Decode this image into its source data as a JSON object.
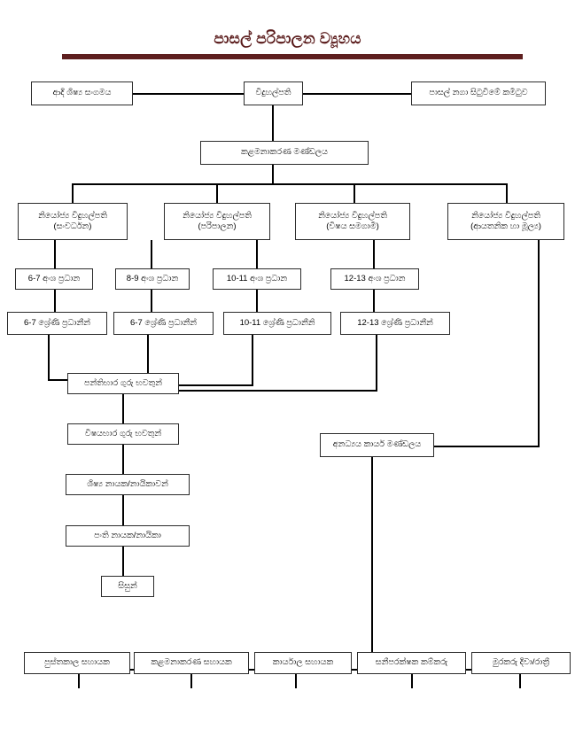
{
  "page": {
    "title": "පාසල් පරිපාලන ව්‍යූහය",
    "title_color": "#5a1b1b",
    "rule_color": "#5e1f1f",
    "background": "#ffffff",
    "box_border_color": "#2b2b2b",
    "connector_color": "#000000"
  },
  "chart_data": {
    "type": "diagram",
    "title": "පාසල් පරිපාලන ව්‍යූහය",
    "orientation": "top-down",
    "levels": [
      {
        "level": 1,
        "nodes": [
          {
            "id": "old-students",
            "label": "ආදි ශිෂ්‍ය සංගමය"
          },
          {
            "id": "principal",
            "label": "විදුහල්පති"
          },
          {
            "id": "school-development-committee",
            "label": "පාසල් නගා සිටුවීමේ කමිටුව"
          }
        ]
      },
      {
        "level": 2,
        "nodes": [
          {
            "id": "management-board",
            "label": "කළමනාකරණ මණ්ඩලය"
          }
        ]
      },
      {
        "level": 3,
        "nodes": [
          {
            "id": "dep-development",
            "label_line1": "නියෝජ්‍ය විදුහල්පති",
            "label_line2": "(සංවර්ධන)"
          },
          {
            "id": "dep-administration",
            "label_line1": "නියෝජ්‍ය විදුහල්පති",
            "label_line2": "(පරිපාලන)"
          },
          {
            "id": "dep-cocurricular",
            "label_line1": "නියෝජ්‍ය විදුහල්පති",
            "label_line2": "(විෂය සමගාමී)"
          },
          {
            "id": "dep-institutional-finance",
            "label_line1": "නියෝජ්‍ය විදුහල්පති",
            "label_line2": "(ආයතනික හා මූල්‍ය)"
          }
        ]
      },
      {
        "level": 4,
        "nodes": [
          {
            "id": "section-head-6-7",
            "label": "6-7 අංශ ප්‍රධාන"
          },
          {
            "id": "section-head-8-9",
            "label": "8-9 අංශ ප්‍රධාන"
          },
          {
            "id": "section-head-10-11",
            "label": "10-11 අංශ ප්‍රධාන"
          },
          {
            "id": "section-head-12-13",
            "label": "12-13 අංශ ප්‍රධාන"
          }
        ]
      },
      {
        "level": 5,
        "nodes": [
          {
            "id": "grade-head-6-7-a",
            "label": "6-7 ශ්‍රේණි ප්‍රධානීන්"
          },
          {
            "id": "grade-head-6-7-b",
            "label": "6-7 ශ්‍රේණි ප්‍රධානීන්"
          },
          {
            "id": "grade-head-10-11",
            "label": "10-11 ශ්‍රේණි ප්‍රධානීනි"
          },
          {
            "id": "grade-head-12-13",
            "label": "12-13 ශ්‍රේණි ප්‍රධානීන්"
          }
        ]
      },
      {
        "level": 6,
        "nodes": [
          {
            "id": "class-teachers",
            "label": "පන්තිභාර ගුරු භවතුන්"
          },
          {
            "id": "non-academic-staff",
            "label": "අනධ්‍යය කාර්ය මණ්ඩලය"
          }
        ]
      },
      {
        "level": 7,
        "nodes": [
          {
            "id": "subject-teachers",
            "label": "විෂයභාර ගුරු භවතුන්"
          }
        ]
      },
      {
        "level": 8,
        "nodes": [
          {
            "id": "student-leaders",
            "label": "ශිෂ්‍ය නායක/නායිකාවන්"
          }
        ]
      },
      {
        "level": 9,
        "nodes": [
          {
            "id": "class-leaders",
            "label": "පංති නායක/නායිකා"
          }
        ]
      },
      {
        "level": 10,
        "nodes": [
          {
            "id": "students",
            "label": "සිසුන්"
          }
        ]
      },
      {
        "level": 11,
        "nodes": [
          {
            "id": "library-assistant",
            "label": "පුස්තකාල සහායක"
          },
          {
            "id": "management-assistant",
            "label": "කළමනාකරණ සහායක"
          },
          {
            "id": "office-assistant",
            "label": "කාර්යාල සහායක"
          },
          {
            "id": "sanitary-worker",
            "label": "සනීපරක්ෂක කම්කරු"
          },
          {
            "id": "security-guard",
            "label": "මුරකරු දිවා/රාත්‍රී"
          }
        ]
      }
    ],
    "edges": [
      {
        "from": "old-students",
        "to": "principal"
      },
      {
        "from": "principal",
        "to": "school-development-committee"
      },
      {
        "from": "principal",
        "to": "management-board"
      },
      {
        "from": "management-board",
        "to": "dep-development"
      },
      {
        "from": "management-board",
        "to": "dep-administration"
      },
      {
        "from": "management-board",
        "to": "dep-cocurricular"
      },
      {
        "from": "management-board",
        "to": "dep-institutional-finance"
      },
      {
        "from": "dep-development",
        "to": "section-head-6-7"
      },
      {
        "from": "dep-development",
        "to": "section-head-8-9"
      },
      {
        "from": "dep-administration",
        "to": "section-head-10-11"
      },
      {
        "from": "dep-cocurricular",
        "to": "section-head-12-13"
      },
      {
        "from": "section-head-6-7",
        "to": "grade-head-6-7-a"
      },
      {
        "from": "section-head-8-9",
        "to": "grade-head-6-7-b"
      },
      {
        "from": "section-head-10-11",
        "to": "grade-head-10-11"
      },
      {
        "from": "section-head-12-13",
        "to": "grade-head-12-13"
      },
      {
        "from": "grade-head-6-7-a",
        "to": "class-teachers"
      },
      {
        "from": "grade-head-6-7-b",
        "to": "class-teachers"
      },
      {
        "from": "grade-head-10-11",
        "to": "class-teachers"
      },
      {
        "from": "grade-head-12-13",
        "to": "class-teachers"
      },
      {
        "from": "class-teachers",
        "to": "subject-teachers"
      },
      {
        "from": "subject-teachers",
        "to": "student-leaders"
      },
      {
        "from": "student-leaders",
        "to": "class-leaders"
      },
      {
        "from": "class-leaders",
        "to": "students"
      },
      {
        "from": "dep-institutional-finance",
        "to": "non-academic-staff"
      },
      {
        "from": "non-academic-staff",
        "to": "library-assistant"
      },
      {
        "from": "non-academic-staff",
        "to": "management-assistant"
      },
      {
        "from": "non-academic-staff",
        "to": "office-assistant"
      },
      {
        "from": "non-academic-staff",
        "to": "sanitary-worker"
      },
      {
        "from": "non-academic-staff",
        "to": "security-guard"
      }
    ]
  }
}
